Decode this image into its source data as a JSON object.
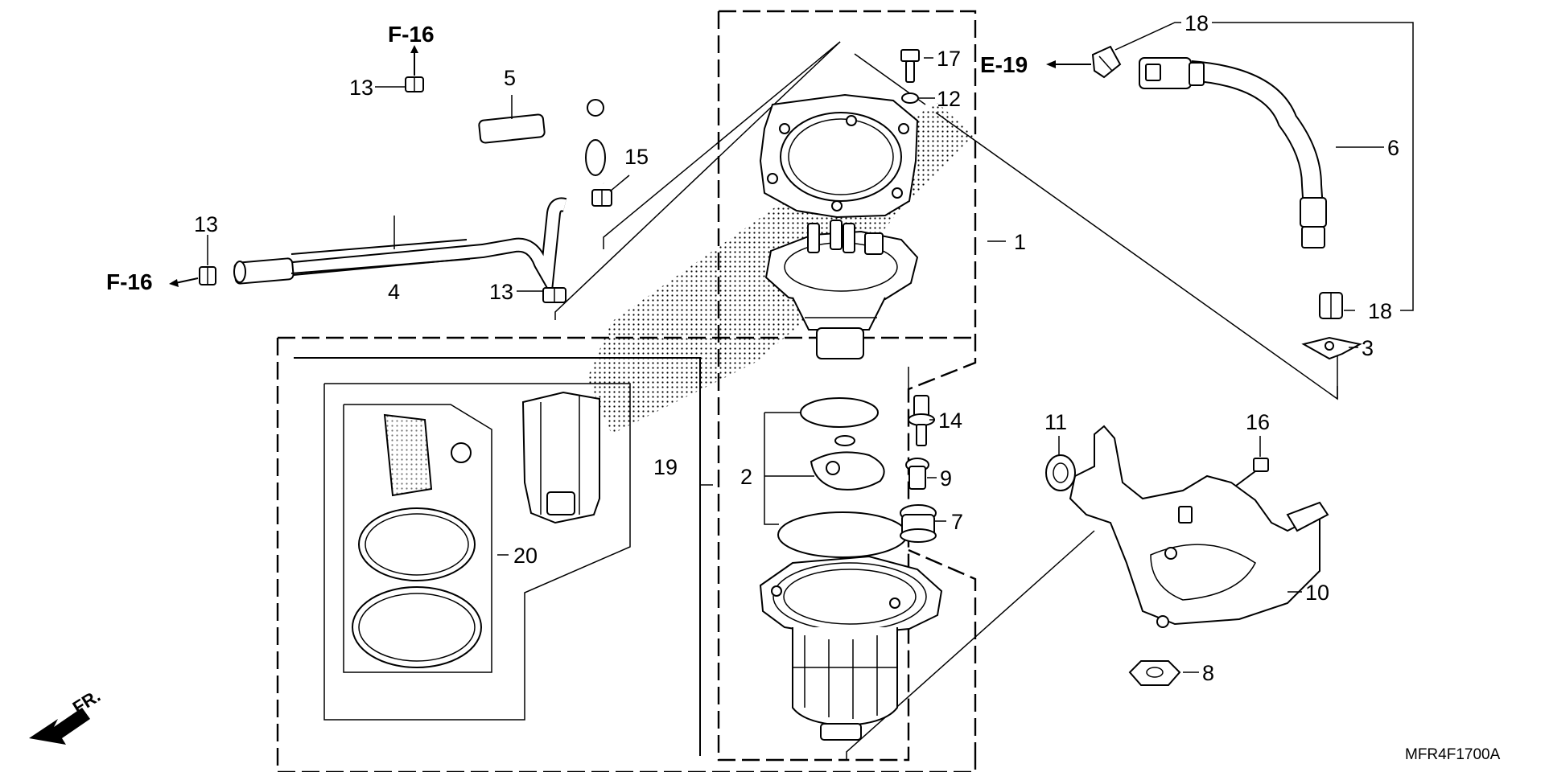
{
  "diagram": {
    "callouts": {
      "c1": "1",
      "c2": "2",
      "c3": "3",
      "c4": "4",
      "c5": "5",
      "c6": "6",
      "c7": "7",
      "c8": "8",
      "c9": "9",
      "c10": "10",
      "c11": "11",
      "c12": "12",
      "c13a": "13",
      "c13b": "13",
      "c13c": "13",
      "c14": "14",
      "c15": "15",
      "c16": "16",
      "c17": "17",
      "c18a": "18",
      "c18b": "18",
      "c19": "19",
      "c20": "20"
    },
    "references": {
      "f16_top": "F-16",
      "f16_left": "F-16",
      "e19": "E-19"
    },
    "direction_label": "FR.",
    "diagram_code": "MFR4F1700A"
  }
}
